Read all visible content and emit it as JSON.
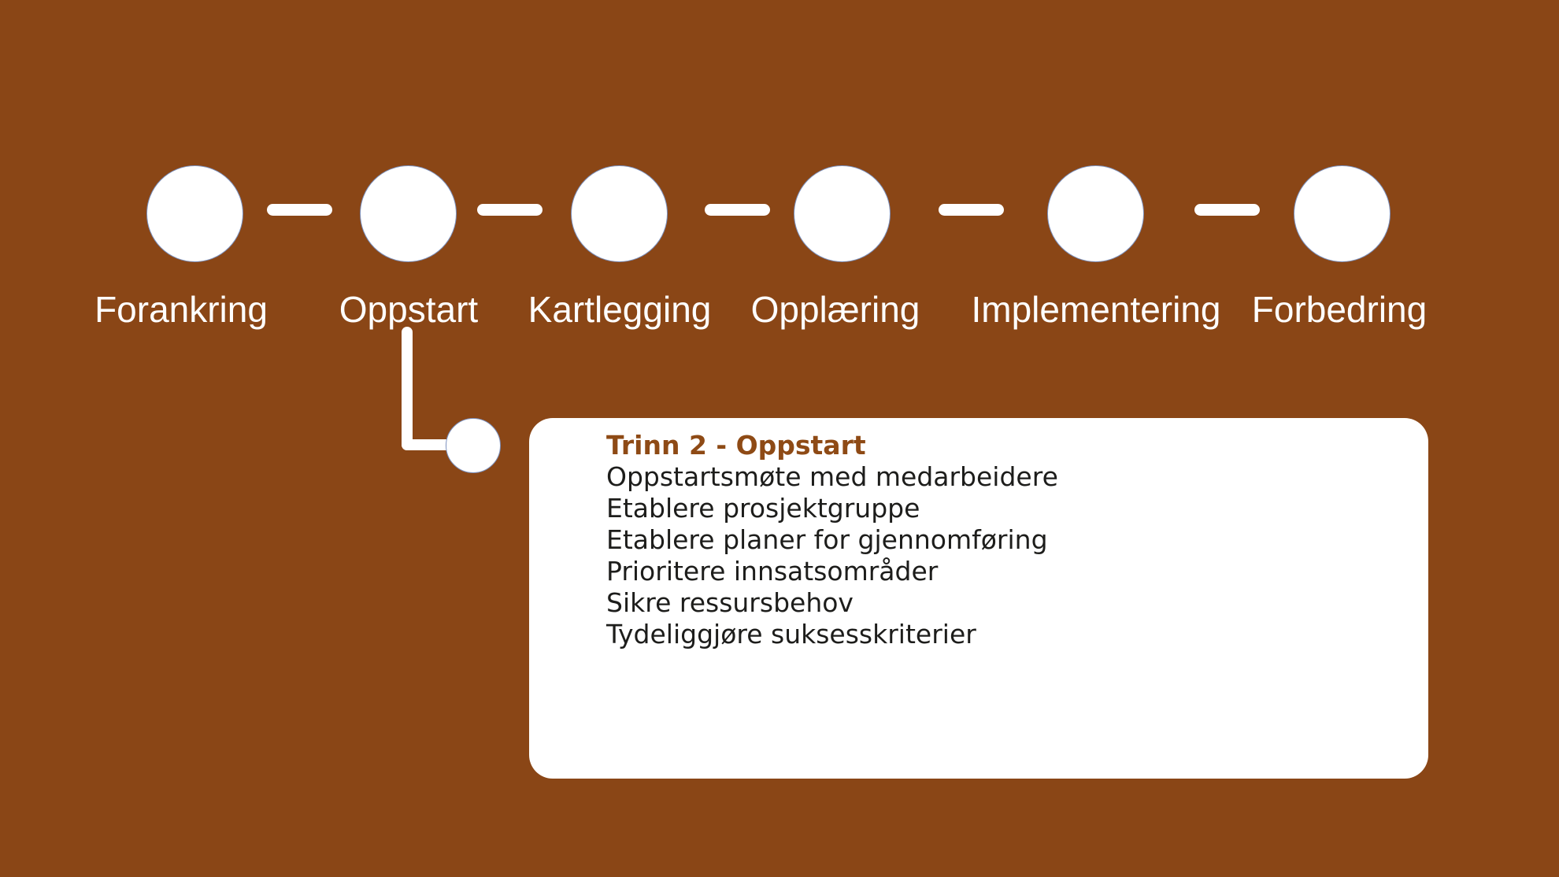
{
  "slide": {
    "background_color": "#8A4616",
    "accent_color": "#8E4A15",
    "circle_border_color": "#7C91BE",
    "card_background_color": "#FFFFFF",
    "timeline": {
      "stages": [
        {
          "label": "Forankring"
        },
        {
          "label": "Oppstart"
        },
        {
          "label": "Kartlegging"
        },
        {
          "label": "Opplæring"
        },
        {
          "label": "Implementering"
        },
        {
          "label": "Forbedring"
        }
      ]
    },
    "detail_card": {
      "title": "Trinn 2 - Oppstart",
      "items": [
        "Oppstartsmøte med medarbeidere",
        "Etablere prosjektgruppe",
        "Etablere planer for gjennomføring",
        "Prioritere innsatsområder",
        "Sikre ressursbehov",
        "Tydeliggjøre suksesskriterier"
      ]
    }
  }
}
